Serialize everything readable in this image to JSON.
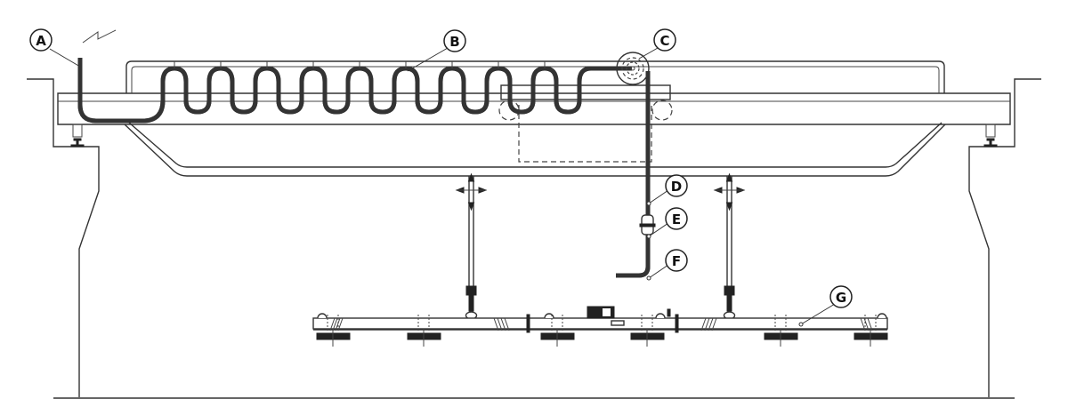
{
  "diagram": {
    "type": "overhead crane vacuum lifting system schematic",
    "labels": [
      {
        "id": "A",
        "text": "A"
      },
      {
        "id": "B",
        "text": "B"
      },
      {
        "id": "C",
        "text": "C"
      },
      {
        "id": "D",
        "text": "D"
      },
      {
        "id": "E",
        "text": "E"
      },
      {
        "id": "F",
        "text": "F"
      },
      {
        "id": "G",
        "text": "G"
      }
    ],
    "colors": {
      "line": "#333333",
      "background": "#ffffff"
    }
  }
}
